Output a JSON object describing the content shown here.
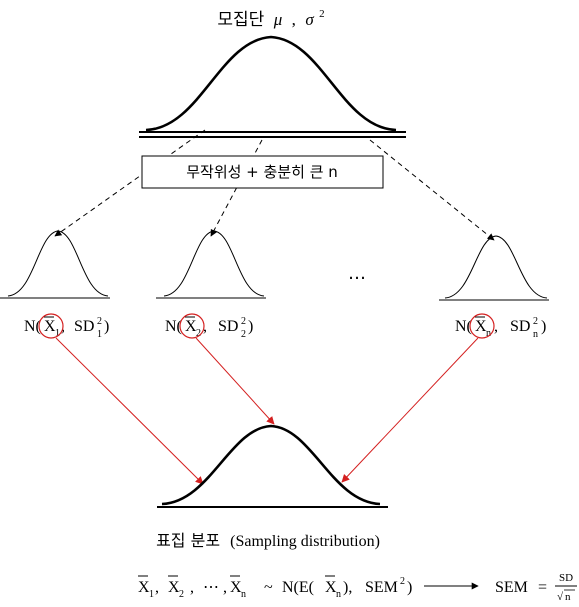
{
  "population": {
    "label": "모집단",
    "mu": "μ",
    "comma": ",",
    "sigma": "σ",
    "sigma_sup": "2"
  },
  "condition_box": {
    "text": "무작위성 + 충분히 큰 n"
  },
  "ellipsis": "…",
  "samples": [
    {
      "N": "N(",
      "xbar": "X",
      "xsub": "1",
      "sep": ",",
      "sd": "SD",
      "sd_sup": "2",
      "sd_sub": "1",
      "close": ")"
    },
    {
      "N": "N(",
      "xbar": "X",
      "xsub": "2",
      "sep": ",",
      "sd": "SD",
      "sd_sup": "2",
      "sd_sub": "2",
      "close": ")"
    },
    {
      "N": "N(",
      "xbar": "X",
      "xsub": "n",
      "sep": ",",
      "sd": "SD",
      "sd_sup": "2",
      "sd_sub": "n",
      "close": ")"
    }
  ],
  "sampling_distribution": {
    "kr": "표집 분포",
    "en": "(Sampling distribution)"
  },
  "formula": {
    "x": "X",
    "s1": "1",
    "comma": ",",
    "s2": "2",
    "dots": "⋯",
    "sn": "n",
    "tilde": "~",
    "normal": "N(E(",
    "normal_close": "),",
    "sem": "SEM",
    "sem_sup": "2",
    "close": ")"
  },
  "result": {
    "sem": "SEM",
    "eq": "=",
    "num": "SD",
    "den": "n",
    "root": "√"
  },
  "colors": {
    "line": "#000000",
    "arrow_red": "#d42020",
    "circle_red": "#d42020",
    "dashed": "#000000"
  }
}
